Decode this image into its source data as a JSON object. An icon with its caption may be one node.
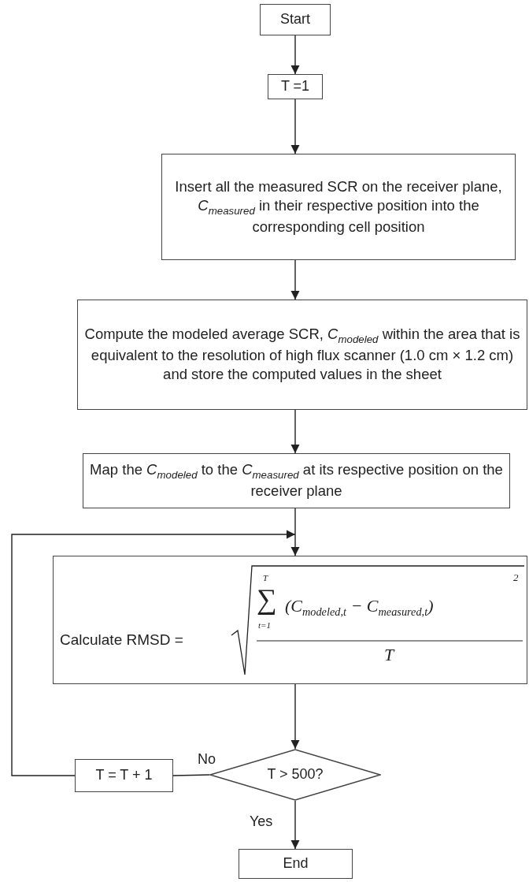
{
  "diagram": {
    "nodes": [
      {
        "text": [
          "Start"
        ]
      },
      {
        "text": [
          "T =1"
        ]
      },
      {
        "text": [
          "Insert all the measured SCR on the receiver plane, *C*$_{measured}$ in their respective position into the corresponding cell position"
        ]
      },
      {
        "text": [
          "Compute the modeled average SCR, *C*$_{modeled}$ within the area that is equivalent to the resolution of high flux scanner (1.0 cm × 1.2 cm) and store the computed values in the sheet"
        ]
      },
      {
        "text": [
          "Map the *C*$_{modeled}$ to the *C*$_{measured}$ at its respective position on the receiver plane"
        ]
      },
      {
        "text": [
          "Calculate RMSD =",
          "T",
          "∑",
          "t=1",
          "(C$_{modeled,t}$ − C$_{measured,t}$)",
          "2",
          "T"
        ]
      },
      {
        "text": [
          "T > 500?"
        ]
      },
      {
        "text": [
          "T = T + 1"
        ]
      },
      {
        "text": [
          "End"
        ]
      }
    ],
    "edges": [
      {
        "from": 0,
        "to": 1,
        "arrow": "to"
      },
      {
        "from": 1,
        "to": 2,
        "arrow": "to"
      },
      {
        "from": 2,
        "to": 3,
        "arrow": "to"
      },
      {
        "from": 3,
        "to": 4,
        "arrow": "to"
      },
      {
        "from": 4,
        "to": 5,
        "arrow": "to"
      },
      {
        "from": 5,
        "to": 6,
        "arrow": "to"
      },
      {
        "from": 6,
        "to": 7,
        "arrow": "none",
        "label": "No"
      },
      {
        "from": 7,
        "to": 5,
        "arrow": "to"
      },
      {
        "from": 6,
        "to": 8,
        "arrow": "to",
        "label": "Yes"
      }
    ]
  }
}
